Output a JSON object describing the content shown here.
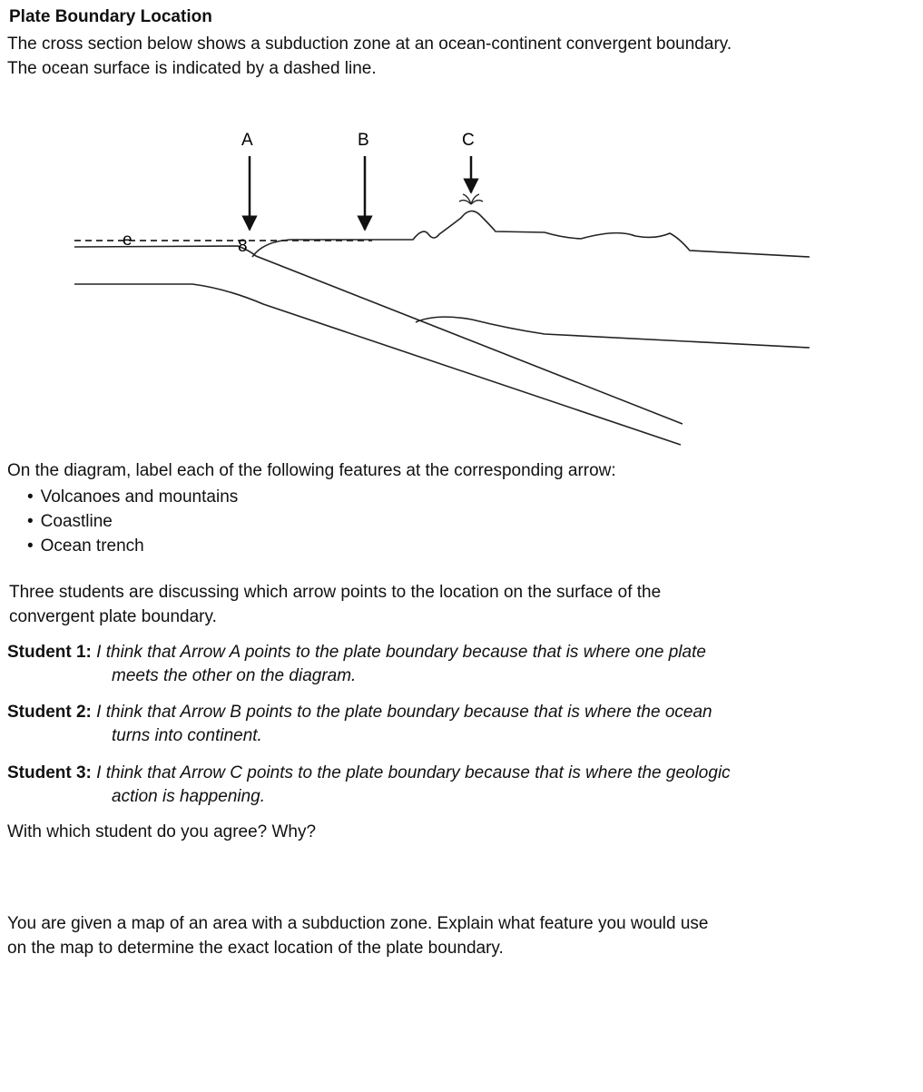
{
  "title": "Plate Boundary Location",
  "intro": {
    "line1": "The cross section below shows a subduction zone at an ocean-continent convergent boundary.",
    "line2": "The ocean surface is indicated by a dashed line."
  },
  "diagram": {
    "arrow_labels": [
      "A",
      "B",
      "C"
    ]
  },
  "instruction": "On the diagram, label each of the following features at the corresponding arrow:",
  "features": [
    "Volcanoes and mountains",
    "Coastline",
    "Ocean trench"
  ],
  "discussion": {
    "line1": "Three students are discussing which arrow points to the location on the surface of the",
    "line2": "convergent plate boundary."
  },
  "students": [
    {
      "label": "Student 1:",
      "line1": "I think that Arrow A points to the plate boundary because that is where one plate",
      "line2": "meets the other on the diagram."
    },
    {
      "label": "Student 2:",
      "line1": "I think that Arrow B points to the plate boundary because that is where the ocean",
      "line2": "turns into continent."
    },
    {
      "label": "Student 3:",
      "line1": "I think that Arrow C points to the plate boundary because that is where the geologic",
      "line2": "action is happening."
    }
  ],
  "question1": "With which student do you agree? Why?",
  "question2": {
    "line1": "You are given a map of an area with a subduction zone.  Explain what feature you would use",
    "line2": "on the map to determine the exact location of the plate boundary."
  }
}
